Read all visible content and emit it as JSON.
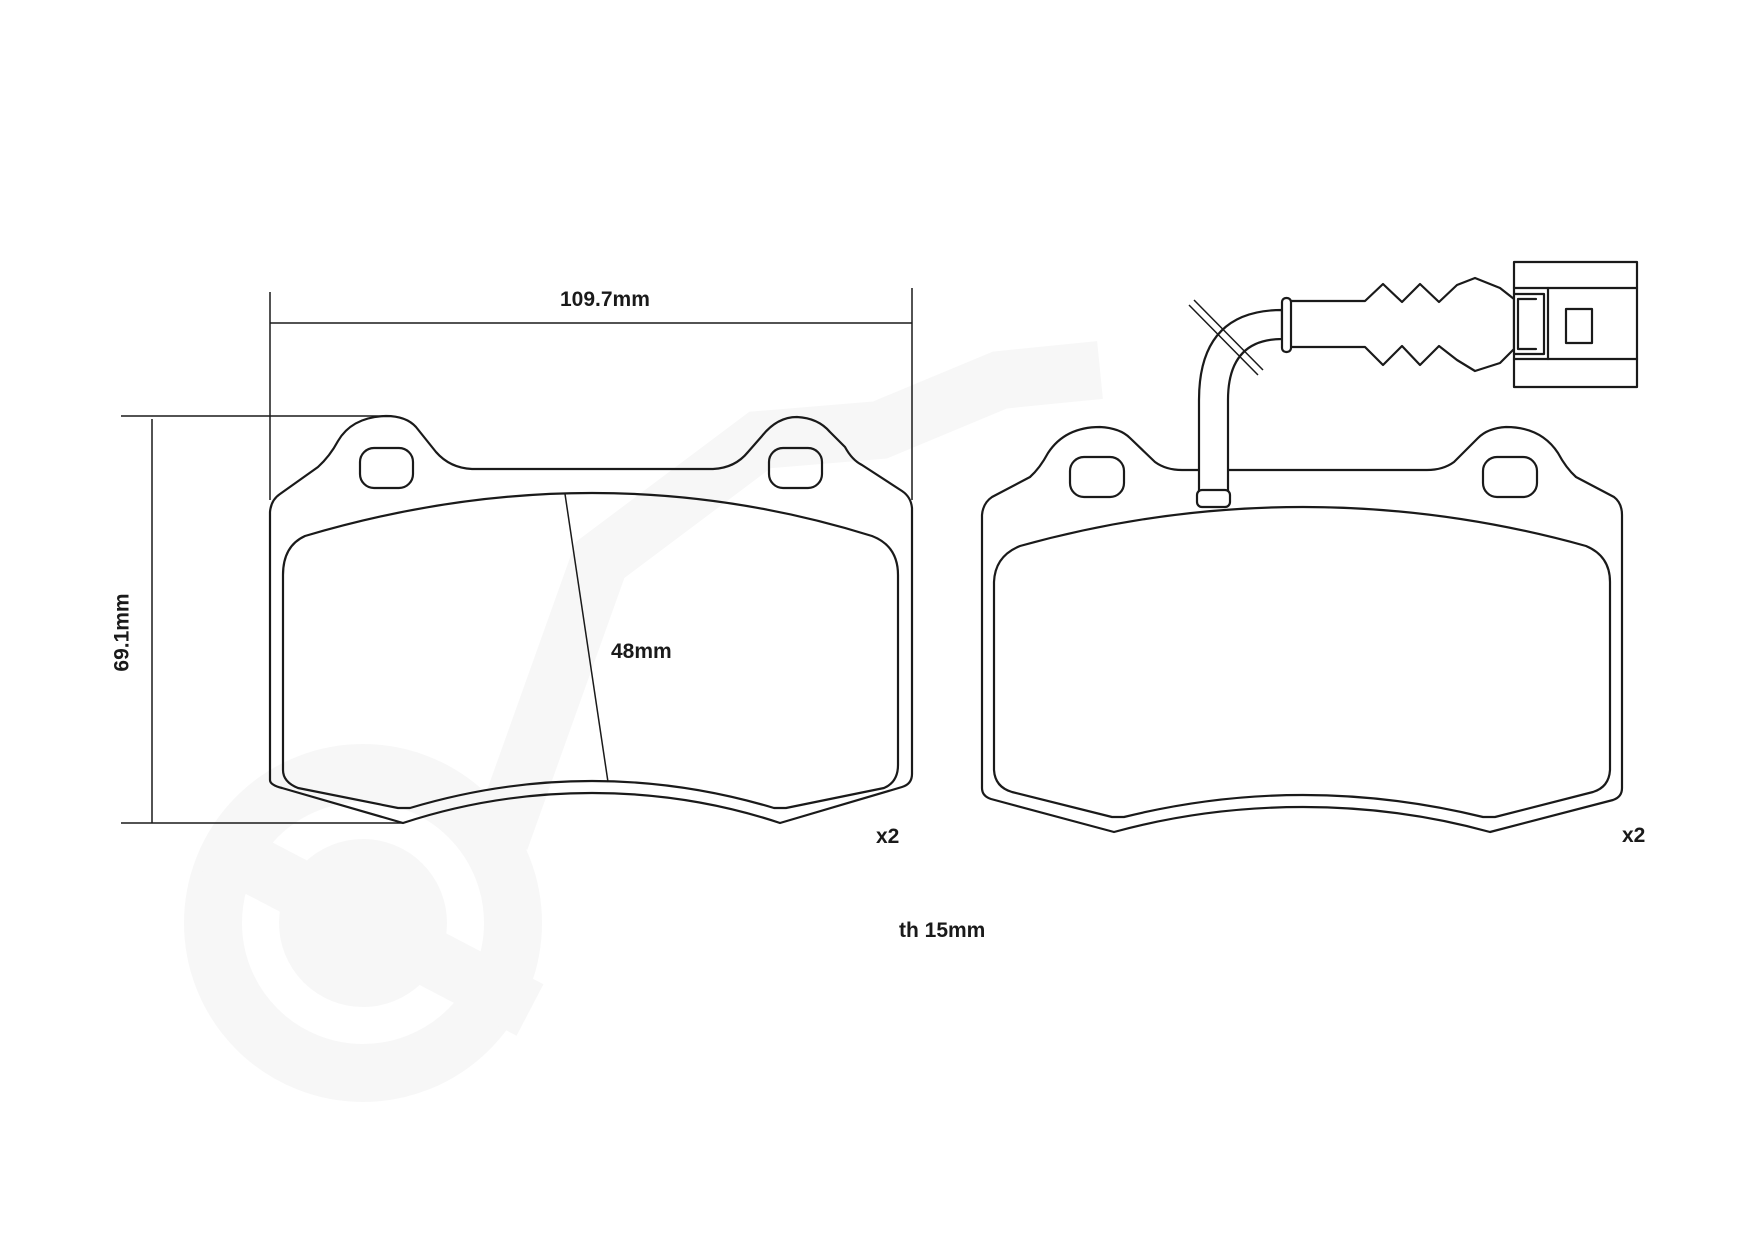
{
  "drawing": {
    "title": "Brake pad technical drawing",
    "watermark": "brembo",
    "colors": {
      "line": "#1a1a1a",
      "background": "#ffffff",
      "watermark": "#f7f7f7"
    }
  },
  "dimensions": {
    "width": "109.7mm",
    "height": "69.1mm",
    "friction_height": "48mm",
    "thickness": "th 15mm"
  },
  "pads": [
    {
      "name": "pad-without-sensor",
      "quantity": "x2",
      "has_wear_sensor": false
    },
    {
      "name": "pad-with-wear-sensor",
      "quantity": "x2",
      "has_wear_sensor": true
    }
  ]
}
